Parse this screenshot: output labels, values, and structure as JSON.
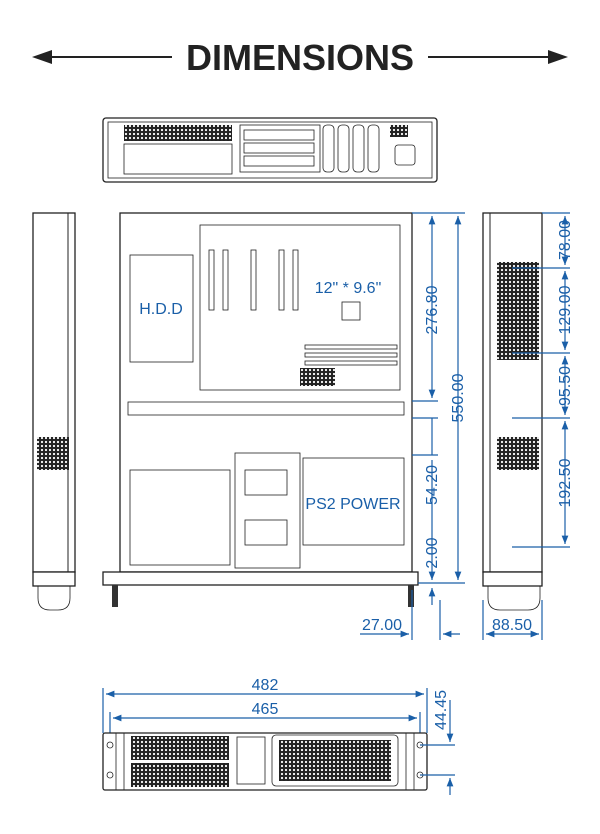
{
  "title": "DIMENSIONS",
  "labels": {
    "hdd": "H.D.D",
    "motherboard": "12\" * 9.6\"",
    "psu": "PS2 POWER"
  },
  "dimensions": {
    "top_view": {
      "mb_depth": "276.80",
      "depth": "550.00",
      "gap": "54.20",
      "front": "2.00",
      "ear": "27.00"
    },
    "side_view": {
      "a": "78.00",
      "b": "129.00",
      "c": "95.50",
      "d": "192.50",
      "height": "88.50"
    },
    "front_view": {
      "width_ears": "482",
      "width_body": "465",
      "hole_pitch": "44.45"
    }
  },
  "colors": {
    "dimension": "#1a5fa8",
    "line": "#222222"
  }
}
